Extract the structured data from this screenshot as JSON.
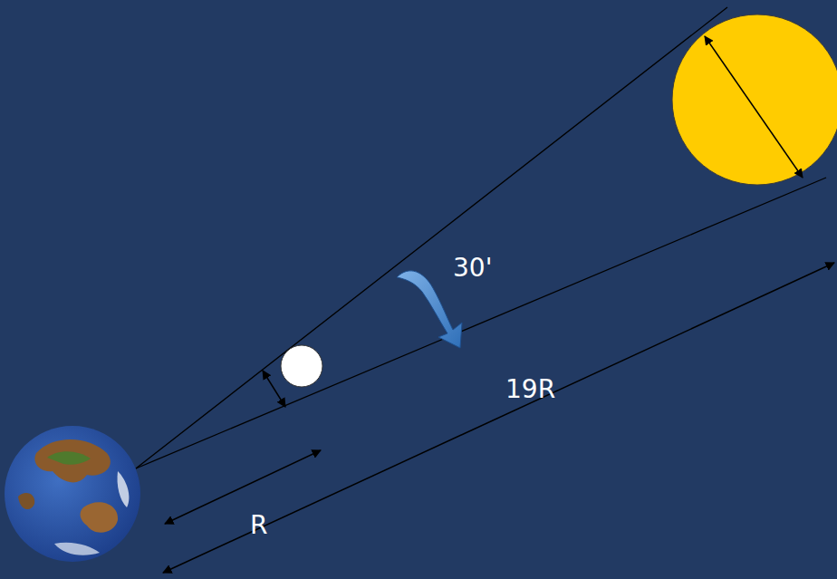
{
  "diagram": {
    "labels": [
      "30'",
      "19R",
      "R"
    ]
  }
}
